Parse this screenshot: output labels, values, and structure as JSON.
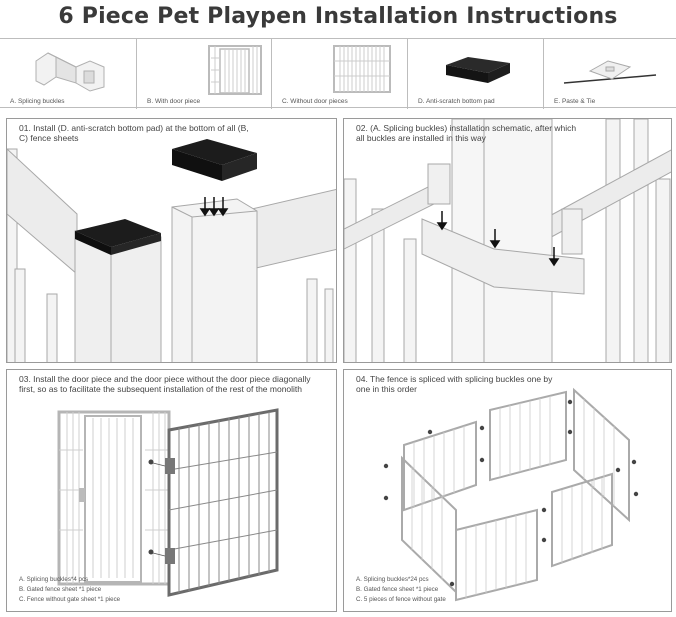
{
  "title": "6 Piece Pet Playpen Installation Instructions",
  "parts": [
    {
      "label": "A. Splicing buckles",
      "icon": "splicing-buckle-icon"
    },
    {
      "label": "B. With door piece",
      "icon": "door-piece-icon"
    },
    {
      "label": "C. Without door pieces",
      "icon": "fence-piece-icon"
    },
    {
      "label": "D. Anti-scratch bottom pad",
      "icon": "bottom-pad-icon"
    },
    {
      "label": "E. Paste & Tie",
      "icon": "paste-tie-icon"
    }
  ],
  "steps": [
    {
      "label": "01. Install (D. anti-scratch bottom pad) at the bottom of all (B, C) fence sheets"
    },
    {
      "label": "02. (A. Splicing buckles) installation schematic, after which all buckles are installed in this way"
    },
    {
      "label": "03. Install the door piece and the door piece without the door piece diagonally first, so as to facilitate the subsequent installation of the rest of the monolith",
      "legend": [
        "A. Splicing buckles*4 pcs",
        "B. Gated fence sheet *1 piece",
        "C. Fence without gate sheet *1 piece"
      ]
    },
    {
      "label": "04. The fence is spliced with splicing buckles one by one in this order",
      "legend": [
        "A. Splicing buckles*24 pcs",
        "B. Gated fence sheet *1 piece",
        "C. 5 pieces of fence without gate"
      ]
    }
  ],
  "colors": {
    "frame": "#e6e6e6",
    "frame_edge": "#9e9e9e",
    "pad": "#1f1f1f",
    "dark_panel": "#6b6b6b",
    "border": "#9a9a9a"
  }
}
